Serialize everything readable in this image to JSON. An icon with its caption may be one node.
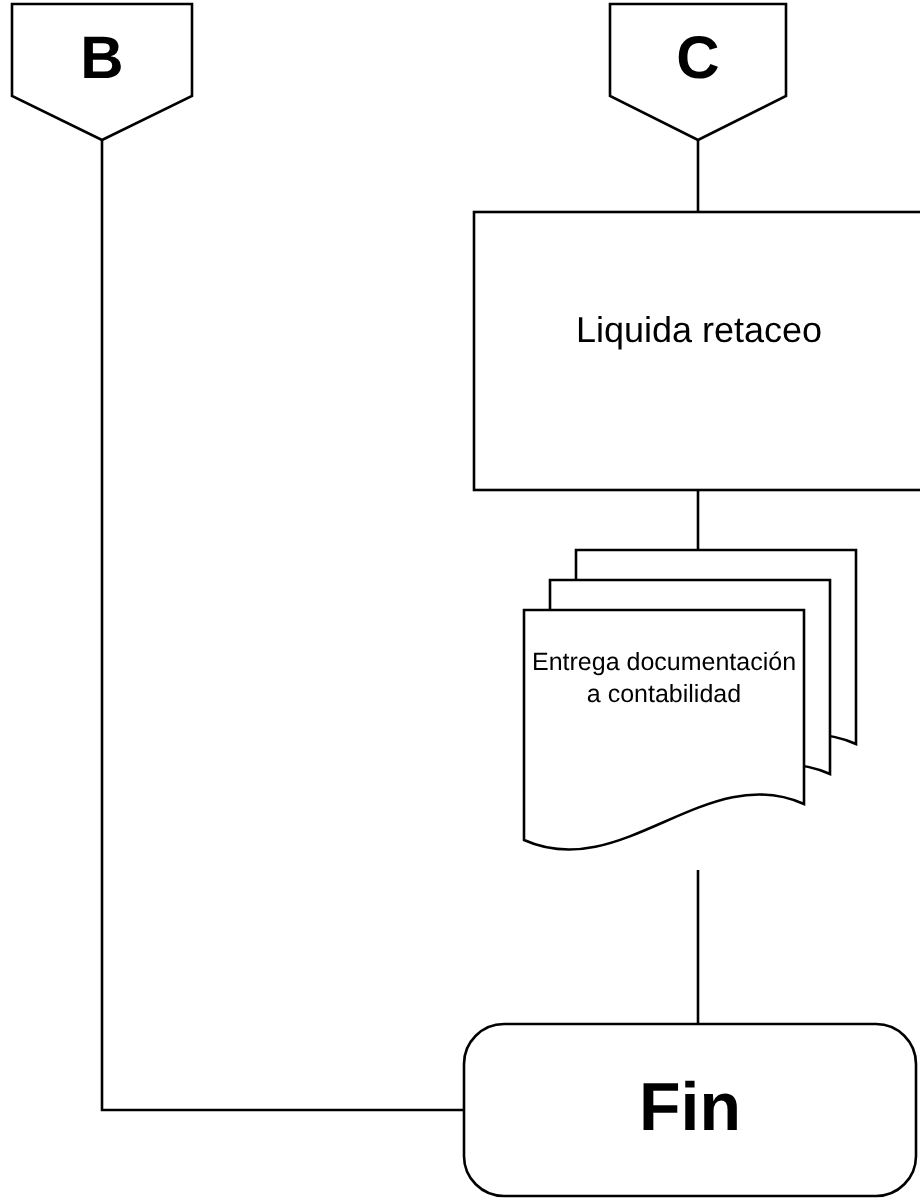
{
  "diagram": {
    "nodes": [
      {
        "text": [
          "B"
        ]
      },
      {
        "text": [
          "C"
        ]
      },
      {
        "text": [
          "Liquida retaceo"
        ]
      },
      {
        "text": [
          "Entrega documentación a contabilidad"
        ]
      },
      {
        "text": [
          "Fin"
        ]
      }
    ],
    "edges": [
      {
        "from": 0,
        "to": 4,
        "arrow": "none"
      },
      {
        "from": 1,
        "to": 2,
        "arrow": "none"
      },
      {
        "from": 2,
        "to": 3,
        "arrow": "none"
      },
      {
        "from": 3,
        "to": 4,
        "arrow": "none"
      }
    ]
  }
}
